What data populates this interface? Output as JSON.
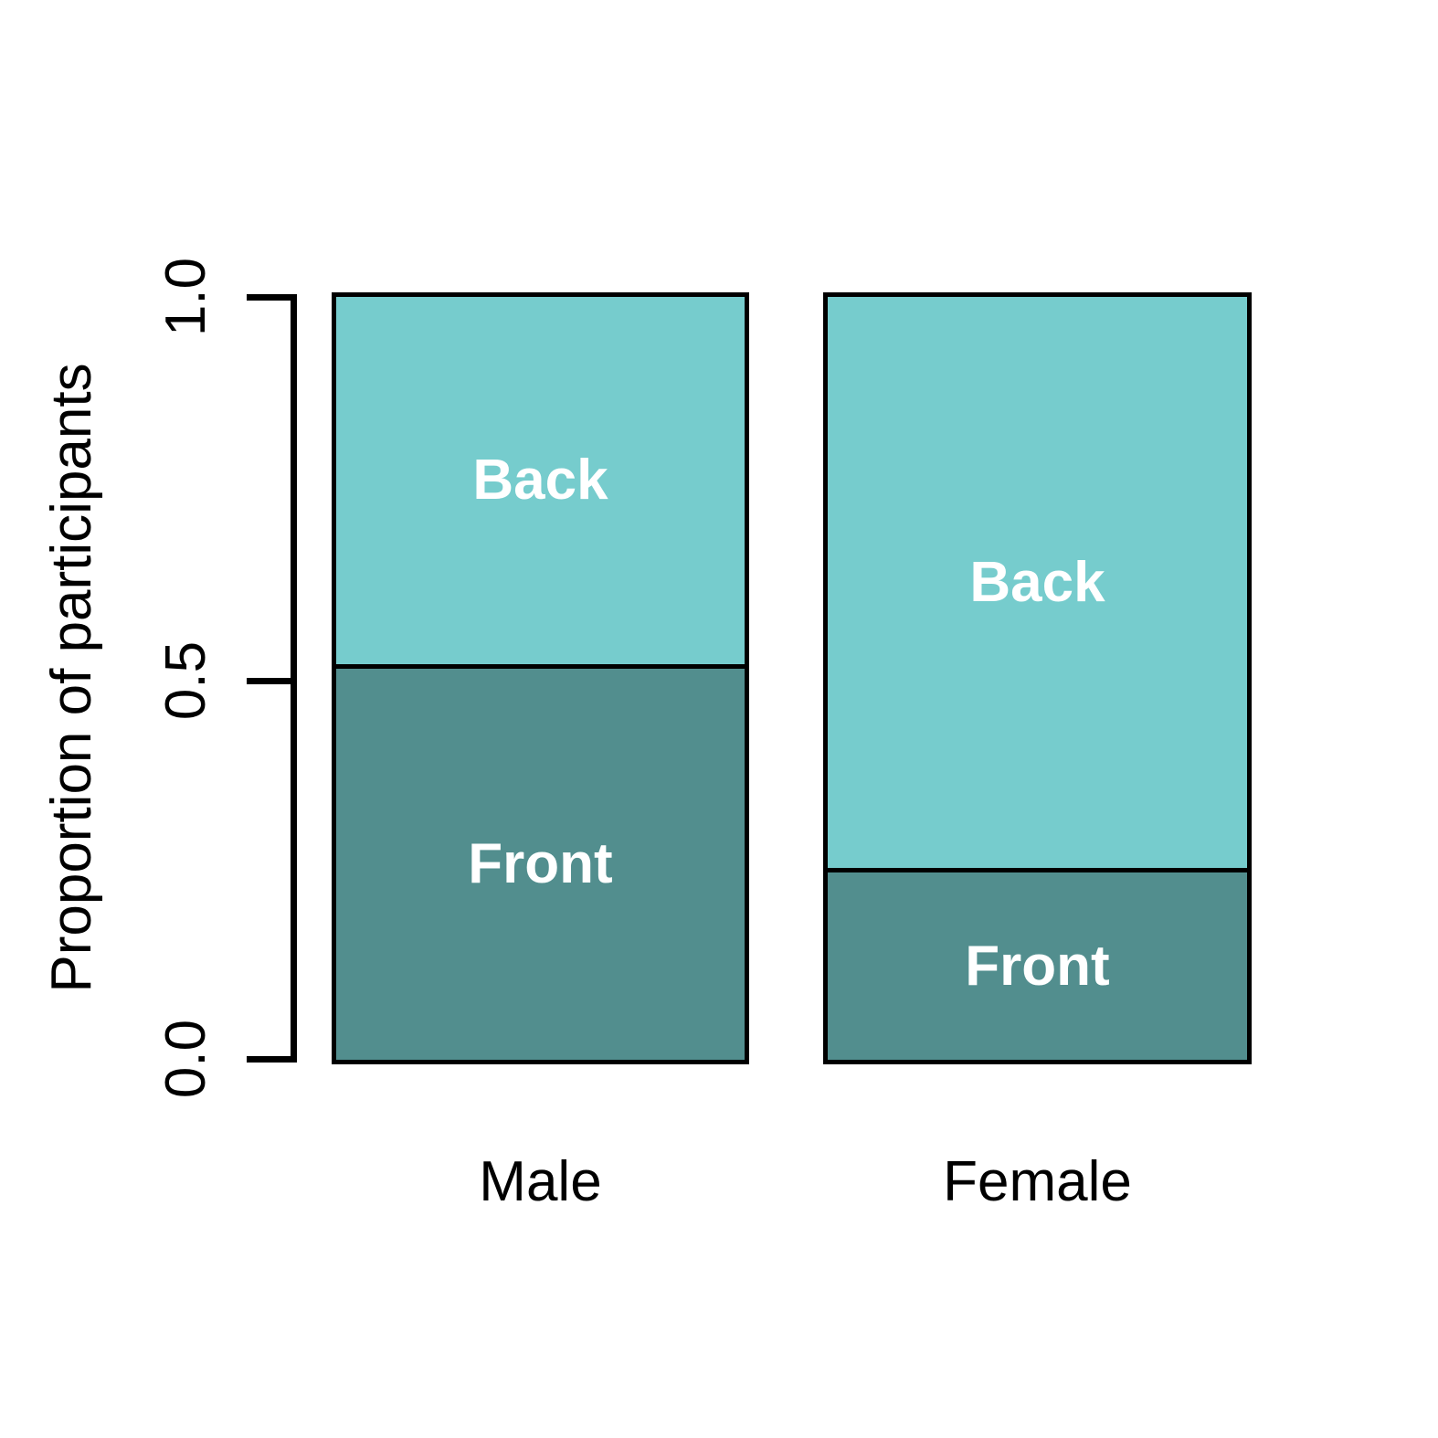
{
  "chart_data": {
    "type": "bar",
    "variant": "stacked-proportional",
    "title": "",
    "xlabel": "",
    "ylabel": "Proportion of participants",
    "ylim": [
      0.0,
      1.0
    ],
    "ytick_labels": [
      "0.0",
      "0.5",
      "1.0"
    ],
    "ytick_values": [
      0.0,
      0.5,
      1.0
    ],
    "grid": false,
    "legend": "none (in-bar labels)",
    "categories": [
      "Male",
      "Female"
    ],
    "series": [
      {
        "name": "Front",
        "values": [
          0.515,
          0.25
        ],
        "color": "#528E8E"
      },
      {
        "name": "Back",
        "values": [
          0.485,
          0.75
        ],
        "color": "#76CCCD"
      }
    ],
    "bars": [
      {
        "category": "Male",
        "segments": [
          {
            "label": "Back",
            "value": 0.485,
            "from": 0.515,
            "to": 1.0,
            "color": "#76CCCD"
          },
          {
            "label": "Front",
            "value": 0.515,
            "from": 0.0,
            "to": 0.515,
            "color": "#528E8E"
          }
        ]
      },
      {
        "category": "Female",
        "segments": [
          {
            "label": "Back",
            "value": 0.75,
            "from": 0.25,
            "to": 1.0,
            "color": "#76CCCD"
          },
          {
            "label": "Front",
            "value": 0.25,
            "from": 0.0,
            "to": 0.25,
            "color": "#528E8E"
          }
        ]
      }
    ],
    "colors": {
      "back": "#76CCCD",
      "front": "#528E8E",
      "axis": "#000000",
      "segment_label_text": "#FFFFFF",
      "background": "#FFFFFF"
    }
  }
}
